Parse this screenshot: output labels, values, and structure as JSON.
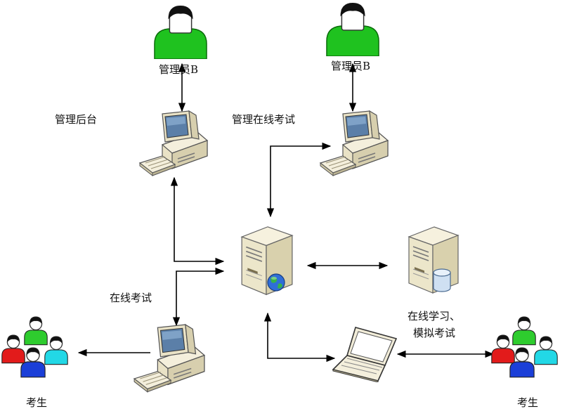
{
  "labels": {
    "admin_left": "管理员B",
    "admin_right": "管理员B",
    "backend": "管理后台",
    "manage_exam": "管理在线考试",
    "online_exam": "在线考试",
    "study_line1": "在线学习、",
    "study_line2": "模拟考试",
    "students_left": "考生",
    "students_right": "考生"
  },
  "colors": {
    "admin_shirt": "#1fc21f",
    "student_green": "#2ecc2e",
    "student_red": "#e21b1b",
    "student_cyan": "#22d8e6",
    "student_blue": "#1b3fd8",
    "case": "#e9e2c6",
    "screen": "#5b7fa8"
  },
  "icons": {
    "admin": "admin-person-icon",
    "workstation": "desktop-computer-icon",
    "web_server": "web-server-icon",
    "db_server": "database-server-icon",
    "laptop": "laptop-icon",
    "students": "student-group-icon"
  }
}
